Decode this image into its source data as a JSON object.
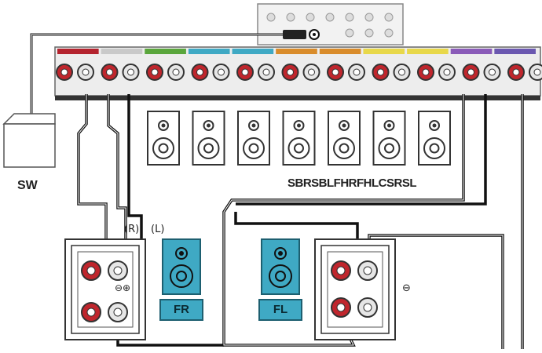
{
  "labels": {
    "sw": "SW",
    "bottom_speakers": "SBRSBLFHRFHLCSRSL",
    "right_left": [
      "(R)",
      "(L)"
    ],
    "fr": "FR",
    "fl": "FL",
    "minus": "⊖",
    "minus_plus": "⊖⊕"
  },
  "colors": {
    "terminal_red": "#c0262d",
    "speaker_tag": "#3fa9c4",
    "cable": "#111111"
  },
  "strip_colors": [
    "#b4232e",
    "#c9c9c9",
    "#5aa63c",
    "#3fa9c4",
    "#3fa9c4",
    "#d98c2b",
    "#d98c2b",
    "#e8d84a",
    "#e8d84a",
    "#8a5bb8",
    "#6b58b0"
  ]
}
